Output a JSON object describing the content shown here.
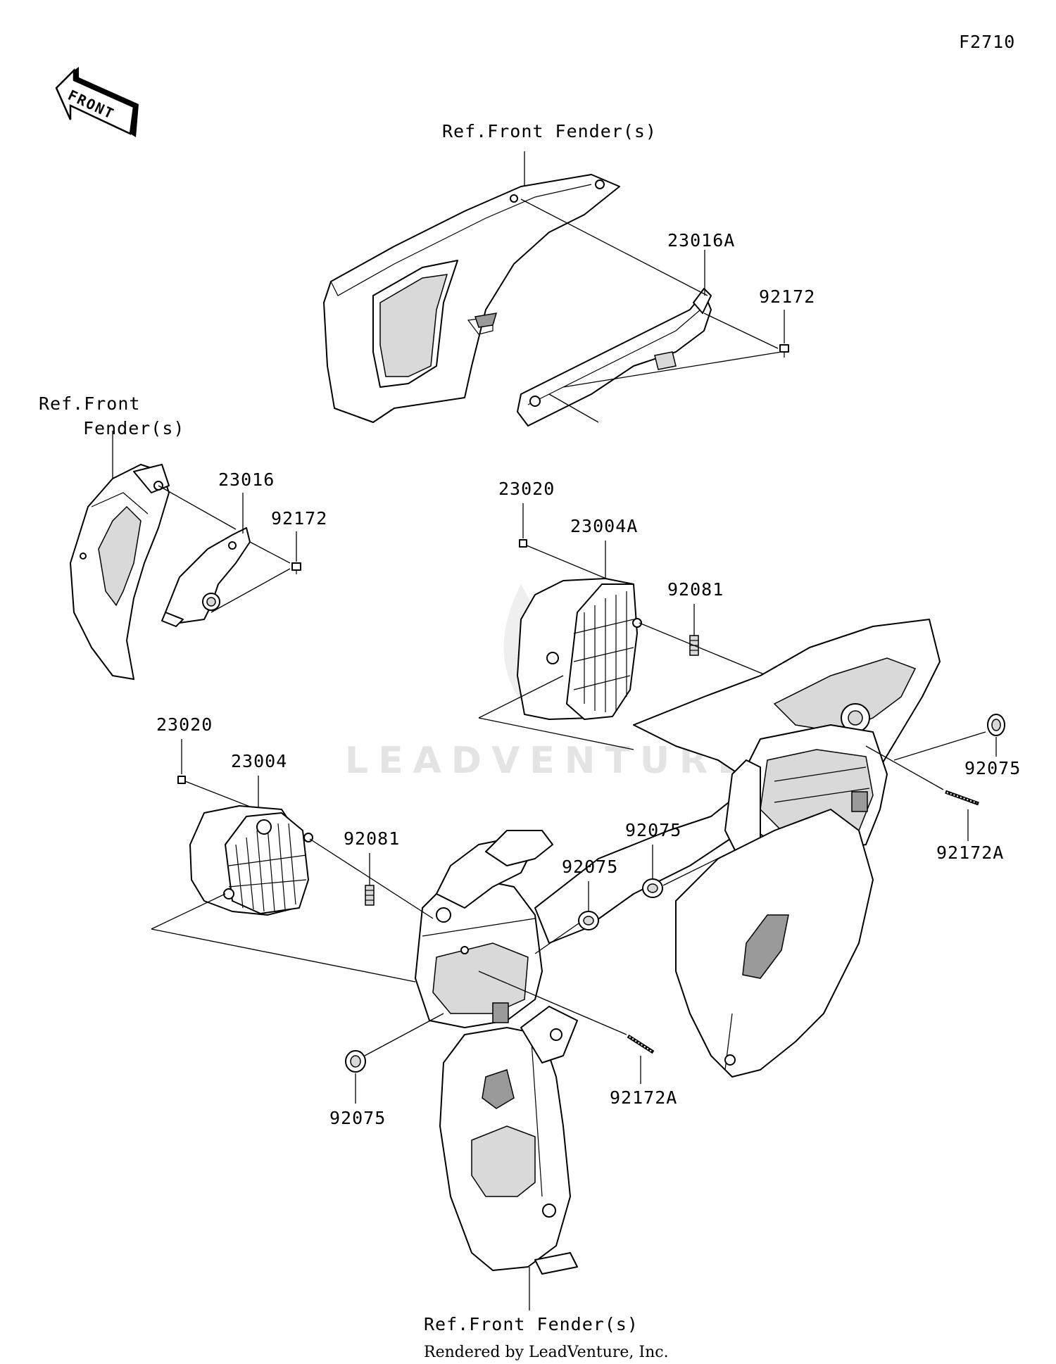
{
  "figure_code": "F2710",
  "front_arrow_text": "FRONT",
  "watermark": "LEADVENTURE",
  "footer": "Rendered by LeadVenture, Inc.",
  "labels": {
    "ref_front_fender_top": "Ref.Front Fender(s)",
    "ref_front_fender_left_line1": "Ref.Front",
    "ref_front_fender_left_line2": "Fender(s)",
    "ref_front_fender_bottom": "Ref.Front Fender(s)",
    "p23016A": "23016A",
    "p92172_top": "92172",
    "p23016": "23016",
    "p92172_left": "92172",
    "p23020_right": "23020",
    "p23004A": "23004A",
    "p92081_right": "92081",
    "p92075_far_right": "92075",
    "p92172A_right": "92172A",
    "p23020_left": "23020",
    "p23004": "23004",
    "p92081_left": "92081",
    "p92075_center_right": "92075",
    "p92075_center": "92075",
    "p92075_bottom_left": "92075",
    "p92172A_bottom": "92172A"
  }
}
